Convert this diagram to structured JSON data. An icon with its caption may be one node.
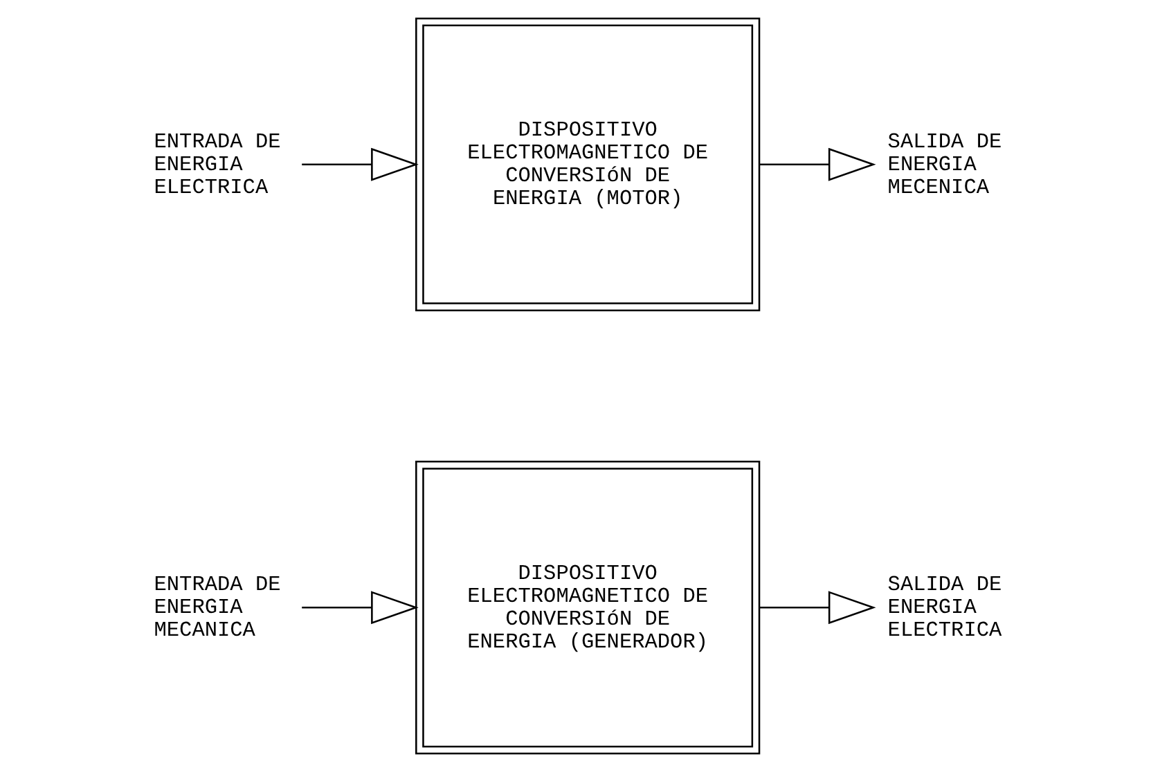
{
  "diagram": {
    "nodes": [
      {
        "text": [
          "ENTRADA DE ENERGIA ELECTRICA"
        ]
      },
      {
        "text": [
          "DISPOSITIVO ELECTROMAGNETICO DE CONVERSIóN DE ENERGIA (MOTOR)"
        ]
      },
      {
        "text": [
          "SALIDA DE ENERGIA MECENICA"
        ]
      },
      {
        "text": [
          "ENTRADA DE ENERGIA MECANICA"
        ]
      },
      {
        "text": [
          "DISPOSITIVO ELECTROMAGNETICO DE CONVERSIóN DE ENERGIA (GENERADOR)"
        ]
      },
      {
        "text": [
          "SALIDA DE ENERGIA ELECTRICA"
        ]
      }
    ],
    "edges": [
      {
        "from": 0,
        "to": 1,
        "arrow": "to"
      },
      {
        "from": 1,
        "to": 2,
        "arrow": "to"
      },
      {
        "from": 3,
        "to": 4,
        "arrow": "to"
      },
      {
        "from": 4,
        "to": 5,
        "arrow": "to"
      }
    ]
  }
}
